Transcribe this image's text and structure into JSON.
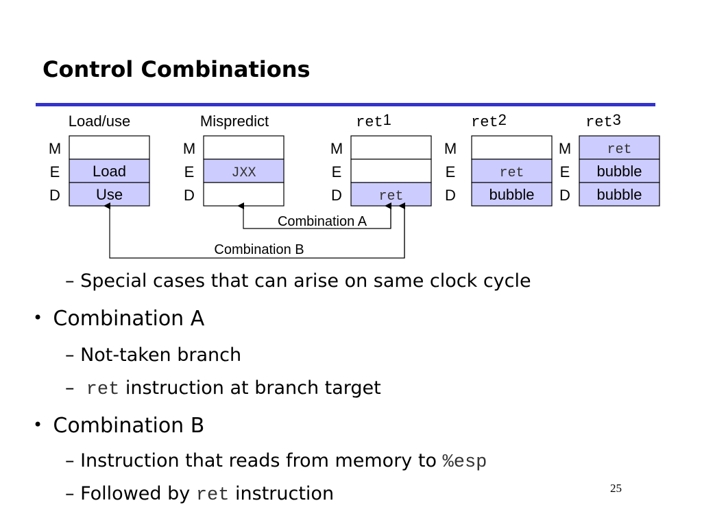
{
  "slide": {
    "title": "Control Combinations",
    "page_number": "25",
    "accent_color": "#3333cc",
    "stage_fill": "#ccccff"
  },
  "diagram": {
    "stage_labels": [
      "M",
      "E",
      "D"
    ],
    "columns": [
      {
        "title": "Load/use",
        "title_mono": "",
        "title_suffix": "",
        "cells": [
          "",
          "Load",
          "Use"
        ],
        "mono": [
          false,
          false,
          false
        ],
        "filled": [
          false,
          true,
          true
        ]
      },
      {
        "title": "Mispredict",
        "title_mono": "",
        "title_suffix": "",
        "cells": [
          "",
          "JXX",
          ""
        ],
        "mono": [
          false,
          true,
          false
        ],
        "filled": [
          false,
          true,
          false
        ]
      },
      {
        "title": "",
        "title_mono": "ret",
        "title_suffix": "1",
        "cells": [
          "",
          "",
          "ret"
        ],
        "mono": [
          false,
          false,
          true
        ],
        "filled": [
          false,
          false,
          true
        ]
      },
      {
        "title": "",
        "title_mono": "ret",
        "title_suffix": "2",
        "cells": [
          "",
          "ret",
          "bubble"
        ],
        "mono": [
          false,
          true,
          false
        ],
        "filled": [
          false,
          true,
          true
        ]
      },
      {
        "title": "",
        "title_mono": "ret",
        "title_suffix": "3",
        "cells": [
          "ret",
          "bubble",
          "bubble"
        ],
        "mono": [
          true,
          false,
          false
        ],
        "filled": [
          true,
          true,
          true
        ]
      }
    ],
    "combination_a_label": "Combination A",
    "combination_b_label": "Combination B"
  },
  "bullets": {
    "intro": "Special cases that can arise on same clock cycle",
    "combo_a": {
      "heading": "Combination A",
      "sub1": "Not-taken branch",
      "sub2_code": "ret",
      "sub2_text": " instruction at branch target"
    },
    "combo_b": {
      "heading": "Combination B",
      "sub1_text": "Instruction that reads from memory to ",
      "sub1_code": "%esp",
      "sub2_text": "Followed by ",
      "sub2_code": "ret",
      "sub2_tail": " instruction"
    }
  }
}
